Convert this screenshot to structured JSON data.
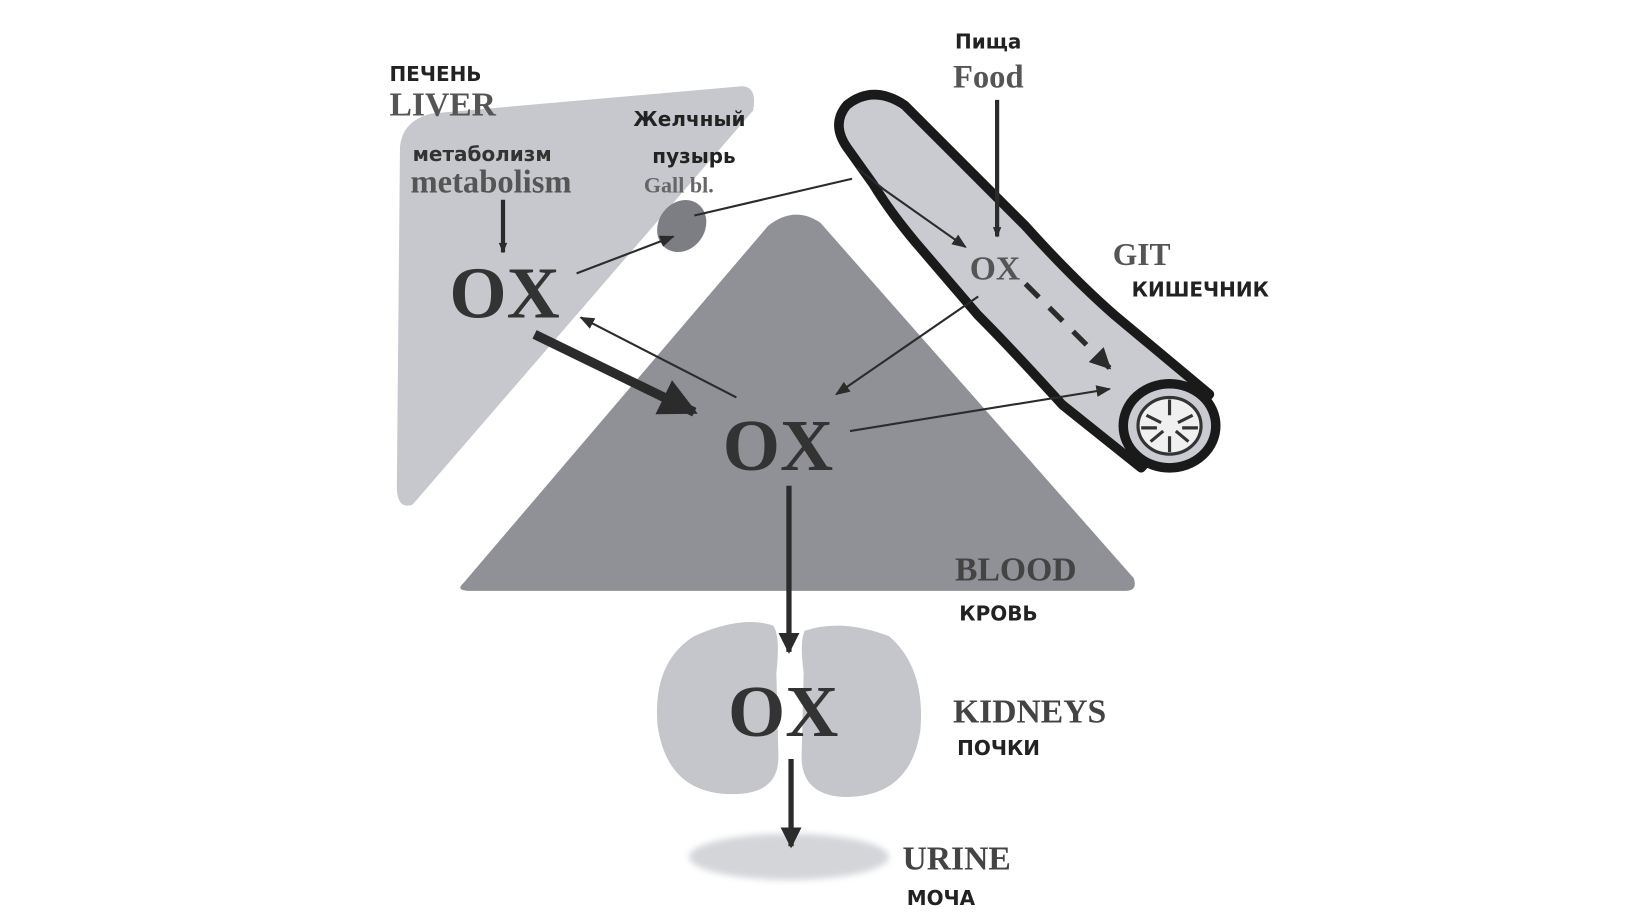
{
  "labels": {
    "liver_ru": "ПЕЧЕНЬ",
    "liver_en": "LIVER",
    "metabolism_ru": "метаболизм",
    "metabolism_en": "metabolism",
    "gall_ru_1": "Желчный",
    "gall_ru_2": "пузырь",
    "gall_en": "Gall bl.",
    "food_ru": "Пища",
    "food_en": "Food",
    "git_en": "GIT",
    "git_ru": "КИШЕЧНИК",
    "blood_en": "BLOOD",
    "blood_ru": "КРОВЬ",
    "kidneys_en": "KIDNEYS",
    "kidneys_ru": "ПОЧКИ",
    "urine_en": "URINE",
    "urine_ru": "МОЧА"
  },
  "nodes": {
    "liver_ox": "OX",
    "git_ox": "OX",
    "blood_ox": "OX",
    "kidney_ox": "OX"
  },
  "colors": {
    "liver": "#c6c8cd",
    "blood": "#8f9197",
    "gallbladder": "#7c7e83",
    "git_fill": "#c9cbd0",
    "kidney": "#c4c6cb",
    "urine": "#d3d5d9",
    "ink": "#2b2b2b"
  }
}
